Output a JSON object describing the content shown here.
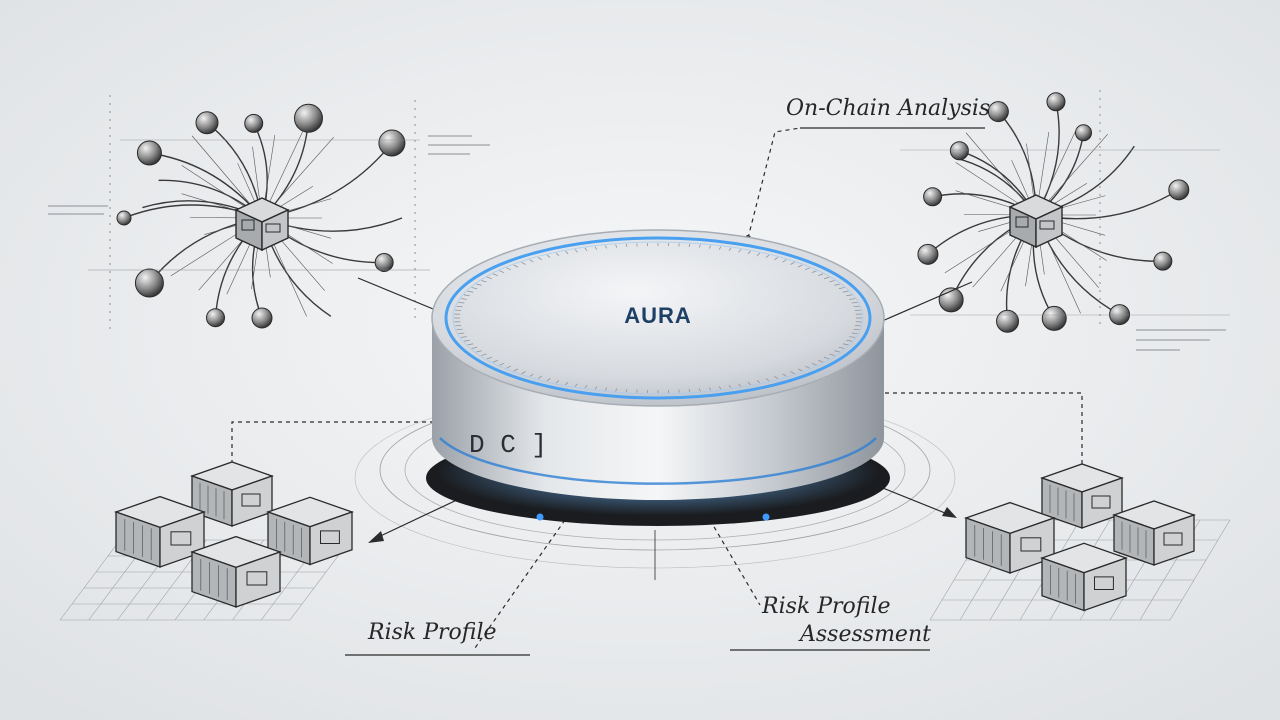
{
  "device": {
    "brand": "AURA",
    "face_glyph": "D C ]",
    "accent_color": "#3b8fe0",
    "text_color": "#1e3f66"
  },
  "labels": {
    "on_chain": "On-Chain Analysis",
    "risk_profile": "Risk Profile",
    "risk_assessment_line1": "Risk Profile",
    "risk_assessment_line2": "Assessment"
  },
  "colors": {
    "paper": "#eceef0",
    "ink": "#2b2b2b",
    "metal_light": "#e8eaed",
    "metal_dark": "#9aa0a8"
  }
}
